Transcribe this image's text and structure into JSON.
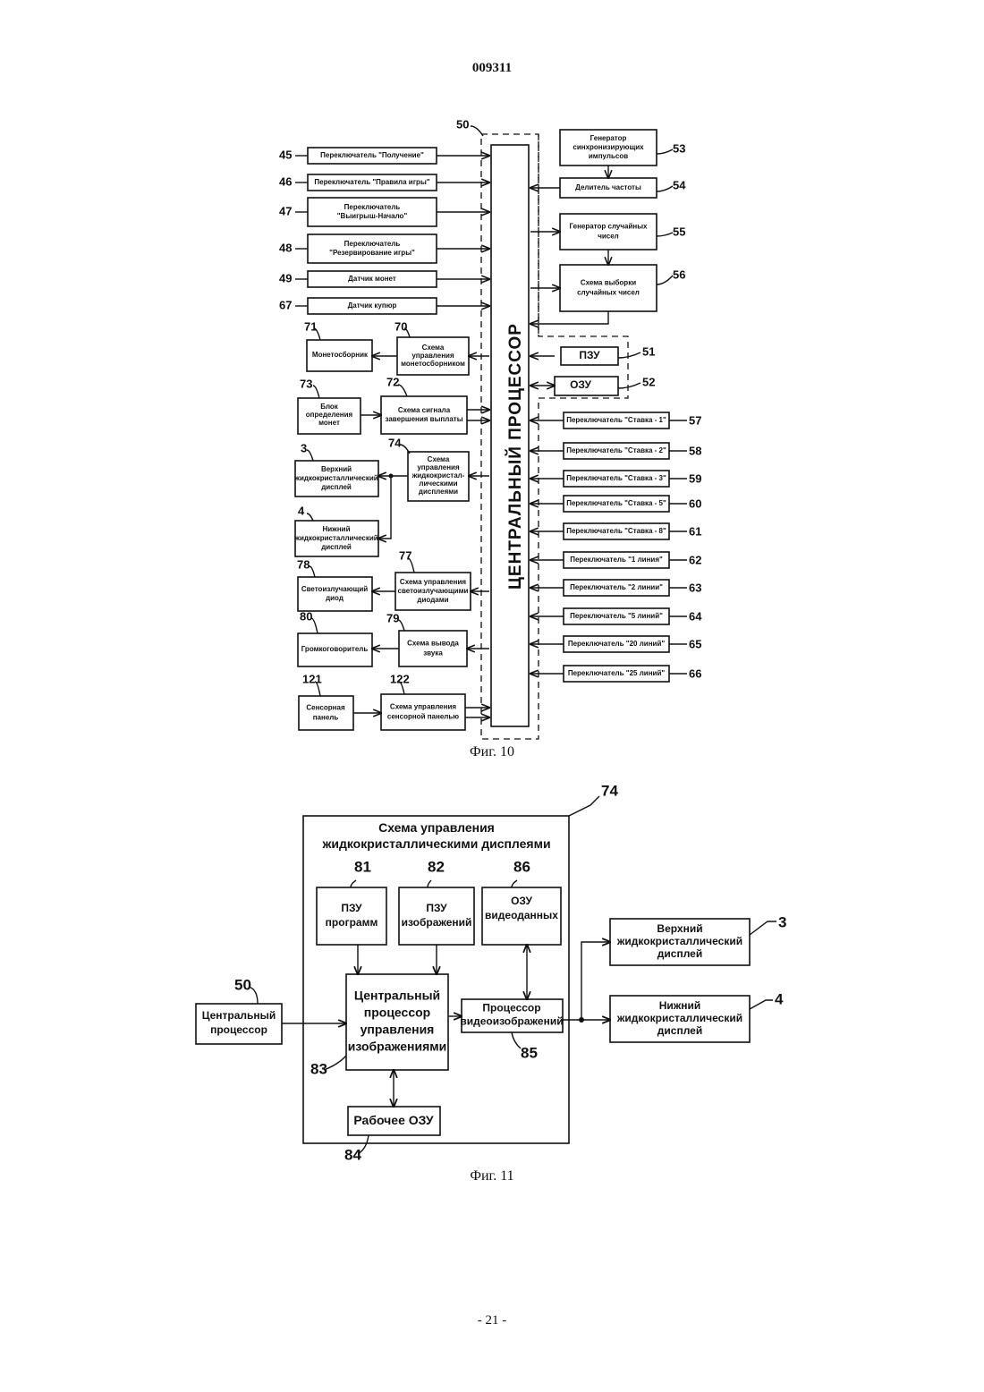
{
  "document_number": "009311",
  "page_number": "- 21 -",
  "fig10": {
    "caption": "Фиг. 10",
    "cpu": {
      "label": "ЦЕНТРАЛЬНЫЙ ПРОЦЕССОР",
      "num": "50"
    },
    "left_inputs": [
      {
        "num": "45",
        "lines": [
          "Переключатель \"Получение\""
        ]
      },
      {
        "num": "46",
        "lines": [
          "Переключатель \"Правила игры\""
        ]
      },
      {
        "num": "47",
        "lines": [
          "Переключатель",
          "\"Выигрыш-Начало\""
        ]
      },
      {
        "num": "48",
        "lines": [
          "Переключатель",
          "\"Резервирование игры\""
        ]
      },
      {
        "num": "49",
        "lines": [
          "Датчик монет"
        ]
      },
      {
        "num": "67",
        "lines": [
          "Датчик купюр"
        ]
      }
    ],
    "left_blocks": {
      "coin_hopper_ctrl": {
        "num": "70",
        "lines": [
          "Схема",
          "управления",
          "монетосборником"
        ]
      },
      "coin_hopper": {
        "num": "71",
        "lines": [
          "Монетосборник"
        ]
      },
      "payout_signal": {
        "num": "72",
        "lines": [
          "Схема сигнала",
          "завершения выплаты"
        ]
      },
      "coin_detect": {
        "num": "73",
        "lines": [
          "Блок",
          "определения",
          "монет"
        ]
      },
      "lcd_ctrl": {
        "num": "74",
        "lines": [
          "Схема",
          "управления",
          "жидкокристал-",
          "лическими",
          "дисплеями"
        ]
      },
      "upper_lcd": {
        "num": "3",
        "lines": [
          "Верхний",
          "жидкокристаллический",
          "дисплей"
        ]
      },
      "lower_lcd": {
        "num": "4",
        "lines": [
          "Нижний",
          "жидкокристаллический",
          "дисплей"
        ]
      },
      "led_ctrl": {
        "num": "77",
        "lines": [
          "Схема управления",
          "светоизлучающими",
          "диодами"
        ]
      },
      "led": {
        "num": "78",
        "lines": [
          "Светоизлучающий",
          "диод"
        ]
      },
      "sound_ctrl": {
        "num": "79",
        "lines": [
          "Схема вывода",
          "звука"
        ]
      },
      "speaker": {
        "num": "80",
        "lines": [
          "Громкоговоритель"
        ]
      },
      "touch_ctrl": {
        "num": "122",
        "lines": [
          "Схема управления",
          "сенсорной панелью"
        ]
      },
      "touch": {
        "num": "121",
        "lines": [
          "Сенсорная",
          "панель"
        ]
      }
    },
    "right_blocks": {
      "sync_gen": {
        "num": "53",
        "lines": [
          "Генератор",
          "синхронизирующих",
          "импульсов"
        ]
      },
      "freq_div": {
        "num": "54",
        "lines": [
          "Делитель частоты"
        ]
      },
      "rng": {
        "num": "55",
        "lines": [
          "Генератор случайных",
          "чисел"
        ]
      },
      "rng_sample": {
        "num": "56",
        "lines": [
          "Схема выборки",
          "случайных чисел"
        ]
      },
      "rom": {
        "num": "51",
        "lines": [
          "ПЗУ"
        ]
      },
      "ram": {
        "num": "52",
        "lines": [
          "ОЗУ"
        ]
      }
    },
    "right_switches": [
      {
        "num": "57",
        "label": "Переключатель \"Ставка - 1\""
      },
      {
        "num": "58",
        "label": "Переключатель \"Ставка - 2\""
      },
      {
        "num": "59",
        "label": "Переключатель \"Ставка - 3\""
      },
      {
        "num": "60",
        "label": "Переключатель \"Ставка - 5\""
      },
      {
        "num": "61",
        "label": "Переключатель \"Ставка - 8\""
      },
      {
        "num": "62",
        "label": "Переключатель \"1 линия\""
      },
      {
        "num": "63",
        "label": "Переключатель \"2 линии\""
      },
      {
        "num": "64",
        "label": "Переключатель \"5 линий\""
      },
      {
        "num": "65",
        "label": "Переключатель \"20 линий\""
      },
      {
        "num": "66",
        "label": "Переключатель \"25 линий\""
      }
    ]
  },
  "fig11": {
    "caption": "Фиг. 11",
    "outer": {
      "num": "74",
      "lines": [
        "Схема управления",
        "жидкокристаллическими дисплеями"
      ]
    },
    "prog_rom": {
      "num": "81",
      "lines": [
        "ПЗУ",
        "программ"
      ]
    },
    "img_rom": {
      "num": "82",
      "lines": [
        "ПЗУ",
        "изображений"
      ]
    },
    "video_ram": {
      "num": "86",
      "lines": [
        "ОЗУ",
        "видеоданных"
      ]
    },
    "img_cpu": {
      "num": "83",
      "lines": [
        "Центральный",
        "процессор",
        "управления",
        "изображениями"
      ]
    },
    "video_proc": {
      "num": "85",
      "lines": [
        "Процессор",
        "видеоизображений"
      ]
    },
    "work_ram": {
      "num": "84",
      "lines": [
        "Рабочее ОЗУ"
      ]
    },
    "main_cpu": {
      "num": "50",
      "lines": [
        "Центральный",
        "процессор"
      ]
    },
    "upper_lcd": {
      "num": "3",
      "lines": [
        "Верхний",
        "жидкокристаллический",
        "дисплей"
      ]
    },
    "lower_lcd": {
      "num": "4",
      "lines": [
        "Нижний",
        "жидкокристаллический",
        "дисплей"
      ]
    }
  }
}
